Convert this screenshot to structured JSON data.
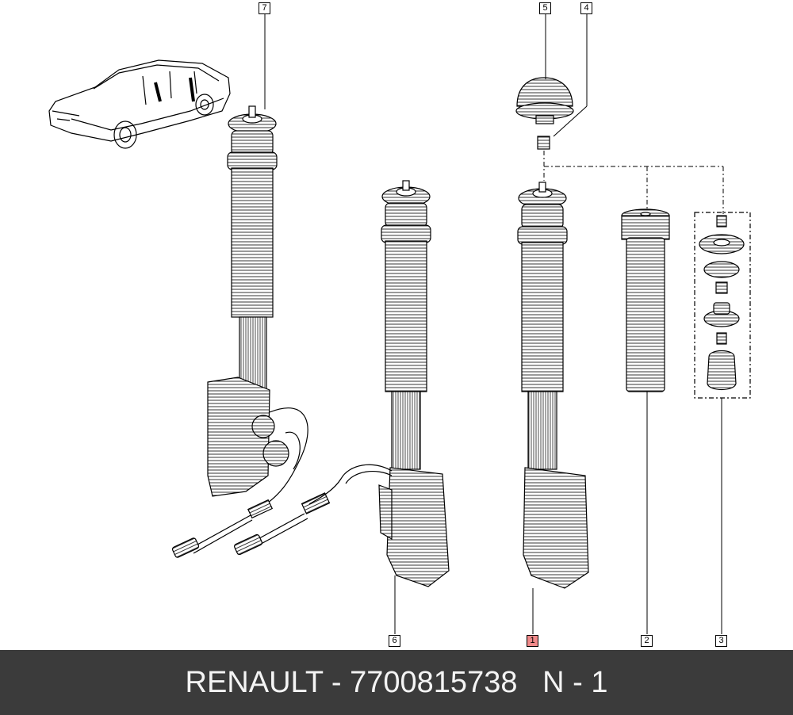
{
  "callouts": {
    "c1": "1",
    "c2": "2",
    "c3": "3",
    "c4": "4",
    "c5": "5",
    "c6": "6",
    "c7": "7"
  },
  "footer": {
    "text": "RENAULT - 7700815738   N - 1"
  },
  "colors": {
    "footer_bg": "#3b3b3b",
    "footer_text": "#f4f4f4",
    "highlight": "#f08a8a"
  }
}
